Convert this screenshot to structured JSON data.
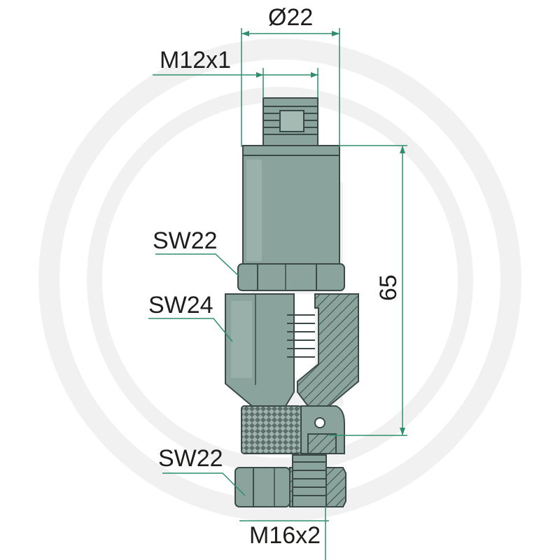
{
  "labels": {
    "diameter": "Ø22",
    "thread_top": "M12x1",
    "wrench_upper": "SW22",
    "wrench_middle": "SW24",
    "wrench_lower": "SW22",
    "height": "65",
    "thread_bottom": "M16x2"
  },
  "colors": {
    "body": "#8aa39c",
    "body_light": "#a4bbb4",
    "body_dark": "#6f8982",
    "outline": "#3b4a47",
    "dimension_line": "#2f8f6b",
    "watermark": "#f1f1f1",
    "text": "#1d1d1b"
  }
}
